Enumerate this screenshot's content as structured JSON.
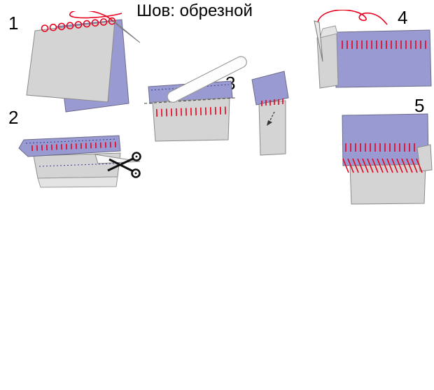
{
  "title": "Шов: обрезной",
  "steps": [
    {
      "number": "1"
    },
    {
      "number": "2"
    },
    {
      "number": "3"
    },
    {
      "number": "4"
    },
    {
      "number": "5"
    }
  ],
  "colors": {
    "fabric_purple": "#9a9ad2",
    "fabric_gray": "#d4d4d4",
    "stitch_red": "#e8001e",
    "guide_blue": "#3a3a8c"
  },
  "icons": [
    "needle-icon",
    "scissors-icon",
    "pressing-tool-icon",
    "cut-arrow-icon"
  ]
}
